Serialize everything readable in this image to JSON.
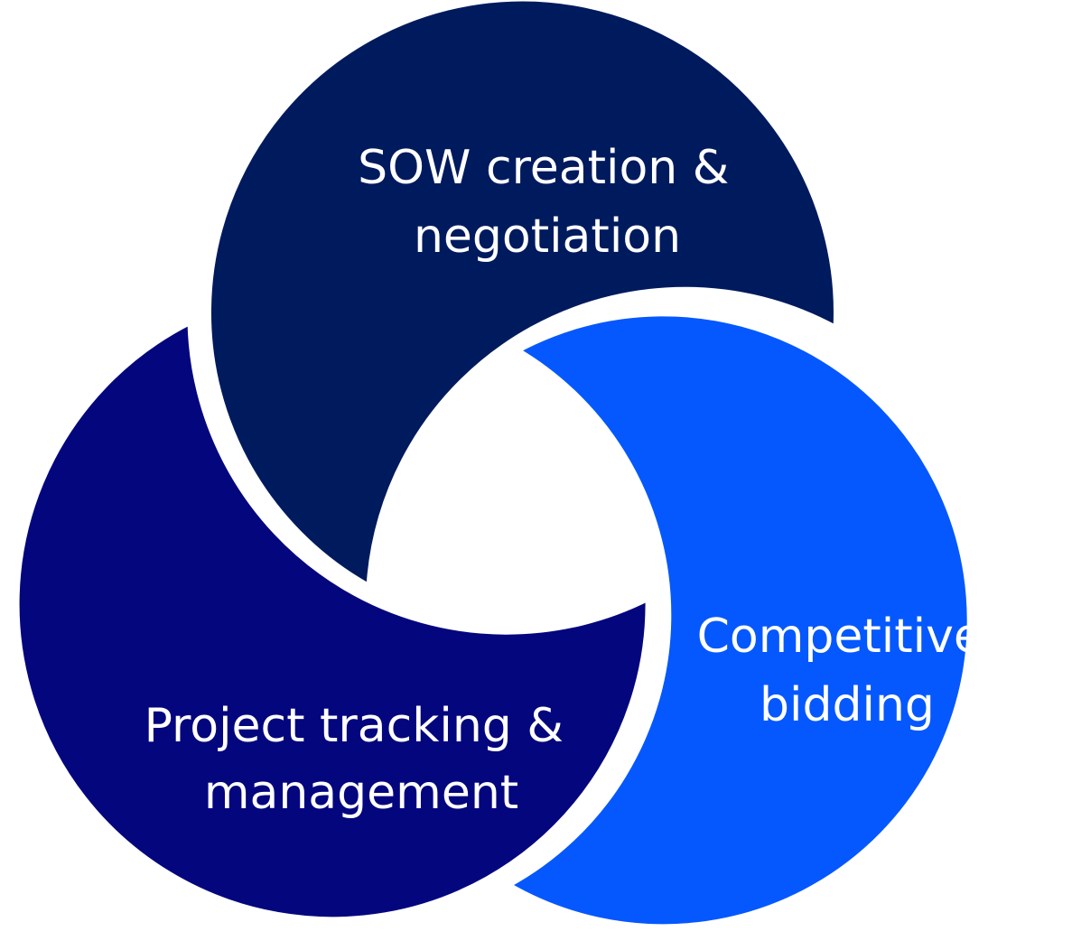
{
  "diagram": {
    "colors": {
      "background": "#ffffff",
      "separator": "#ffffff",
      "text": "#ffffff"
    },
    "circles": [
      {
        "id": "sow",
        "color": "#001a5e",
        "lines": [
          "SOW creation &",
          "negotiation"
        ]
      },
      {
        "id": "project",
        "color": "#04067e",
        "lines": [
          "Project tracking &",
          "management"
        ]
      },
      {
        "id": "bidding",
        "color": "#0558fd",
        "lines": [
          "Competitive",
          "bidding"
        ]
      }
    ]
  }
}
